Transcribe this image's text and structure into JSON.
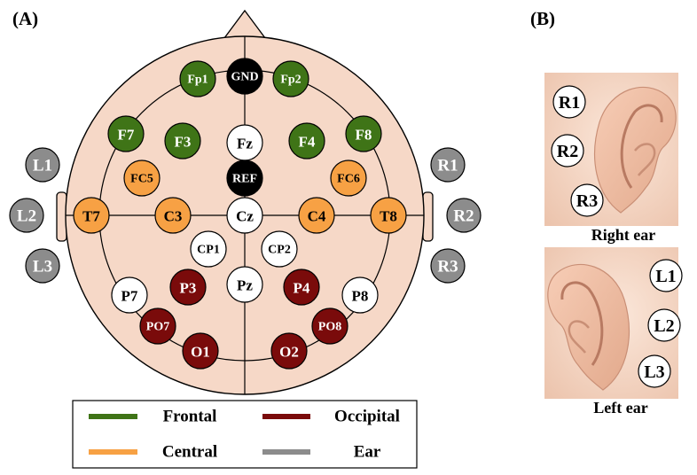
{
  "panel_a_label": "(A)",
  "panel_b_label": "(B)",
  "colors": {
    "frontal": "#3f7417",
    "central": "#f7a144",
    "occipital": "#7a0b0b",
    "ear": "#8c8c8c",
    "black": "#000000",
    "white": "#ffffff",
    "skin": "#f6d8c7"
  },
  "electrodes": [
    {
      "label": "Fp1",
      "group": "frontal"
    },
    {
      "label": "GND",
      "group": "black"
    },
    {
      "label": "Fp2",
      "group": "frontal"
    },
    {
      "label": "F7",
      "group": "frontal"
    },
    {
      "label": "F3",
      "group": "frontal"
    },
    {
      "label": "Fz",
      "group": "white"
    },
    {
      "label": "F4",
      "group": "frontal"
    },
    {
      "label": "F8",
      "group": "frontal"
    },
    {
      "label": "FC5",
      "group": "central"
    },
    {
      "label": "REF",
      "group": "black"
    },
    {
      "label": "FC6",
      "group": "central"
    },
    {
      "label": "T7",
      "group": "central"
    },
    {
      "label": "C3",
      "group": "central"
    },
    {
      "label": "Cz",
      "group": "white"
    },
    {
      "label": "C4",
      "group": "central"
    },
    {
      "label": "T8",
      "group": "central"
    },
    {
      "label": "CP1",
      "group": "white"
    },
    {
      "label": "CP2",
      "group": "white"
    },
    {
      "label": "P7",
      "group": "white"
    },
    {
      "label": "P3",
      "group": "occipital"
    },
    {
      "label": "Pz",
      "group": "white"
    },
    {
      "label": "P4",
      "group": "occipital"
    },
    {
      "label": "P8",
      "group": "white"
    },
    {
      "label": "PO7",
      "group": "occipital"
    },
    {
      "label": "PO8",
      "group": "occipital"
    },
    {
      "label": "O1",
      "group": "occipital"
    },
    {
      "label": "O2",
      "group": "occipital"
    }
  ],
  "side_electrodes": [
    {
      "label": "L1",
      "group": "ear"
    },
    {
      "label": "L2",
      "group": "ear"
    },
    {
      "label": "L3",
      "group": "ear"
    },
    {
      "label": "R1",
      "group": "ear"
    },
    {
      "label": "R2",
      "group": "ear"
    },
    {
      "label": "R3",
      "group": "ear"
    }
  ],
  "legend": [
    {
      "label": "Frontal",
      "group": "frontal"
    },
    {
      "label": "Occipital",
      "group": "occipital"
    },
    {
      "label": "Central",
      "group": "central"
    },
    {
      "label": "Ear",
      "group": "ear"
    }
  ],
  "right_ear": {
    "caption": "Right ear",
    "electrodes": [
      "R1",
      "R2",
      "R3"
    ]
  },
  "left_ear": {
    "caption": "Left ear",
    "electrodes": [
      "L1",
      "L2",
      "L3"
    ]
  }
}
